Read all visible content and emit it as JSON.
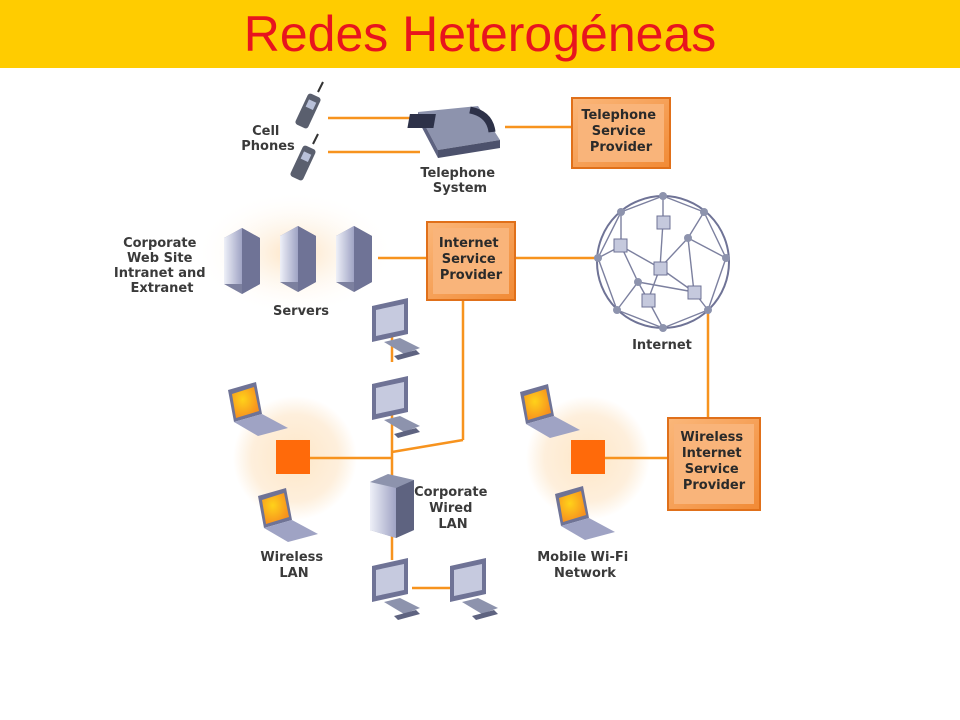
{
  "title": "Redes Heterogéneas",
  "colors": {
    "title_bar": "#ffcc00",
    "title_text": "#e8141e",
    "link": "#f7931e",
    "box": "#f7a25a",
    "node_square": "#ff6a0a"
  },
  "nodes": {
    "cell_phones": [
      "Cell",
      "Phones"
    ],
    "telephone_system": [
      "Telephone",
      "System"
    ],
    "telephone_provider": [
      "Telephone",
      "Service",
      "Provider"
    ],
    "corporate_site": [
      "Corporate",
      "Web Site",
      "Intranet and",
      "Extranet"
    ],
    "servers": "Servers",
    "isp": [
      "Internet",
      "Service",
      "Provider"
    ],
    "internet": "Internet",
    "corporate_lan": [
      "Corporate",
      "Wired",
      "LAN"
    ],
    "wireless_lan": [
      "Wireless",
      "LAN"
    ],
    "mobile_wifi": [
      "Mobile Wi-Fi",
      "Network"
    ],
    "wireless_isp": [
      "Wireless",
      "Internet",
      "Service",
      "Provider"
    ]
  },
  "icons": [
    "cell-phone-icon",
    "telephone-icon",
    "server-icon",
    "desktop-computer-icon",
    "laptop-icon",
    "wireless-access-point-icon",
    "router-icon",
    "tower-server-icon"
  ]
}
